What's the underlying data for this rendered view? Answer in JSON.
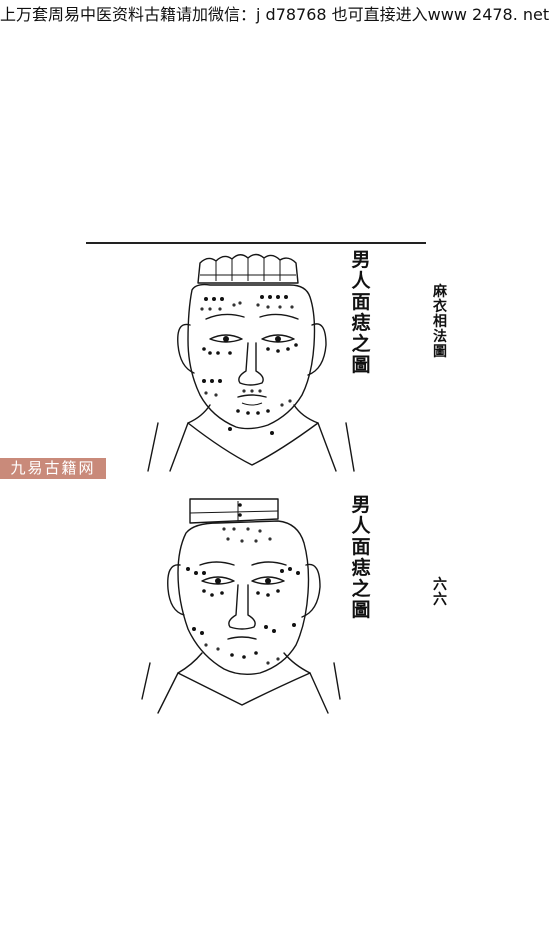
{
  "banner": {
    "text": "上万套周易中医资料古籍请加微信：j d78768 也可直接进入www 2478. net"
  },
  "book": {
    "side_title": "麻衣相法圖",
    "page_number": "六六"
  },
  "figures": [
    {
      "caption": "男人面痣之圖"
    },
    {
      "caption": "男人面痣之圖"
    }
  ],
  "watermark": {
    "text": "九易古籍网"
  },
  "colors": {
    "ink": "#161616",
    "watermark_bg": "#c98a7a",
    "paper": "#ffffff"
  }
}
